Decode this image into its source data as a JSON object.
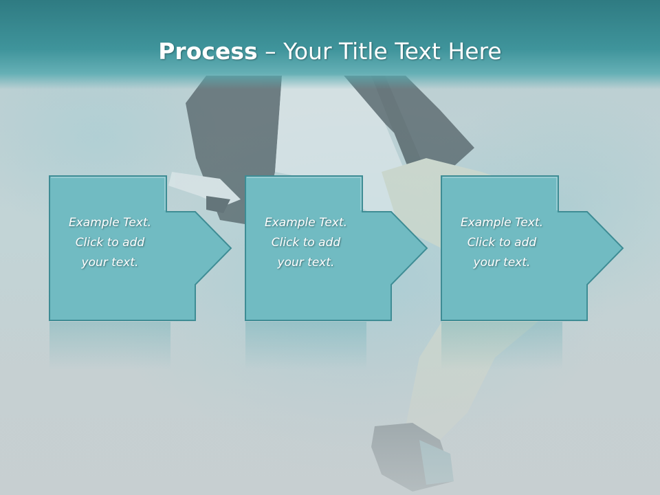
{
  "slide": {
    "title_bold": "Process",
    "title_rest": " – Your Title Text Here",
    "accent_color": "#4fa6ad",
    "box_color": "#71bbc2"
  },
  "process": {
    "steps": [
      {
        "line1": "Example Text.",
        "line2": "Click  to add",
        "line3": "your text."
      },
      {
        "line1": "Example Text.",
        "line2": "Click  to add",
        "line3": "your text."
      },
      {
        "line1": "Example Text.",
        "line2": "Click  to add",
        "line3": "your text."
      }
    ]
  }
}
